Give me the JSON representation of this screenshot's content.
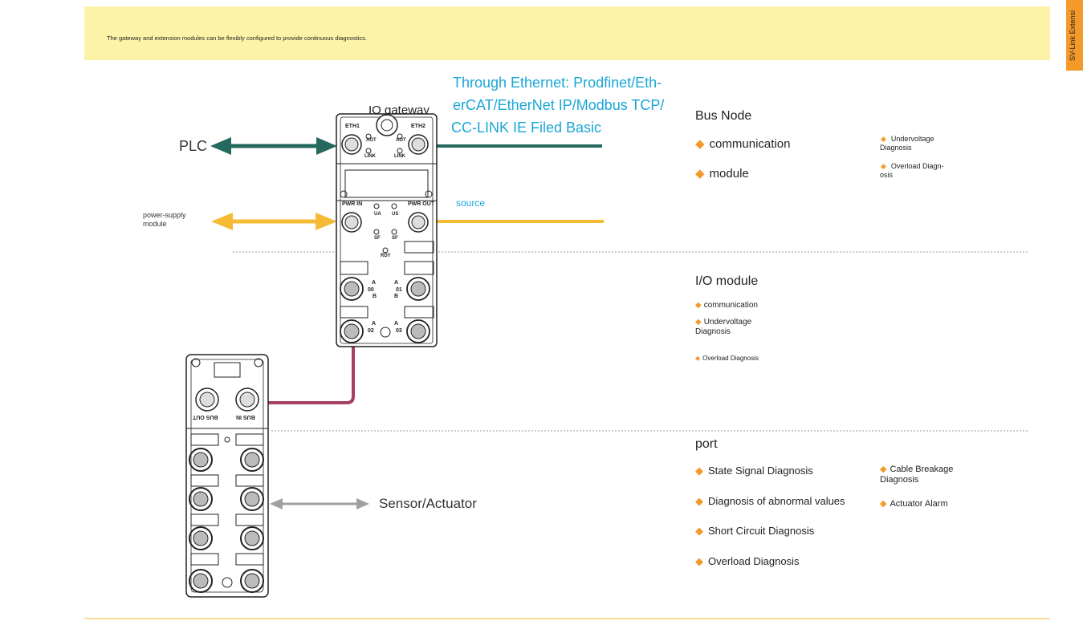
{
  "banner": {
    "text": "The gateway and extension modules can be flexibly configured to provide continuous diagnostics."
  },
  "side_tab": {
    "text": "SV-Link Extensi"
  },
  "ethernet": {
    "line1": "Through  Ethernet:  Prodfinet/Eth-",
    "line2": "erCAT/EtherNet IP/Modbus TCP/",
    "line3": "CC-LINK IE Filed Basic"
  },
  "gateway_label": "IO gateway",
  "plc_label": "PLC",
  "power_label": {
    "line1": "power-supply",
    "line2": "module"
  },
  "source_label": "source",
  "sensor_label": "Sensor/Actuator",
  "gateway_device": {
    "eth1": "ETH1",
    "eth2": "ETH2",
    "aot": "AOT",
    "link": "LINK",
    "pwr_in": "PWR IN",
    "pwr_out": "PWR OUT",
    "ua": "UA",
    "us": "US",
    "sf": "SF",
    "rdy": "RDY",
    "a": "A",
    "b": "B",
    "p00": "00",
    "p01": "01",
    "p02": "02",
    "p03": "03"
  },
  "io_device": {
    "bus_out": "BUS OUT",
    "bus_in": "BUS IN"
  },
  "bus_node": {
    "title": "Bus Node",
    "items": [
      "communication",
      "module"
    ],
    "side_items": [
      {
        "line1": "Undervoltage",
        "line2": "Diagnosis"
      },
      {
        "line1": "Overload  Diagn-",
        "line2": "osis"
      }
    ]
  },
  "io_module": {
    "title": "I/O module",
    "items": [
      "communication"
    ],
    "undervoltage": {
      "line1": "Undervoltage",
      "line2": "Diagnosis"
    },
    "overload": "Overload Diagnosis"
  },
  "port": {
    "title": "port",
    "items": [
      "State Signal Diagnosis",
      "Diagnosis of abnormal values",
      "Short Circuit Diagnosis",
      "Overload Diagnosis"
    ],
    "cable": {
      "line1": "Cable Breakage",
      "line2": "Diagnosis"
    },
    "actuator": "Actuator Alarm"
  },
  "colors": {
    "banner": "#fdf3a8",
    "accent": "#f39a2b",
    "teal": "#24685e",
    "power": "#f5bb35",
    "bus_cable": "#a5405f",
    "blue_text": "#1aa6d6",
    "gray_arrow": "#a0a0a0"
  }
}
